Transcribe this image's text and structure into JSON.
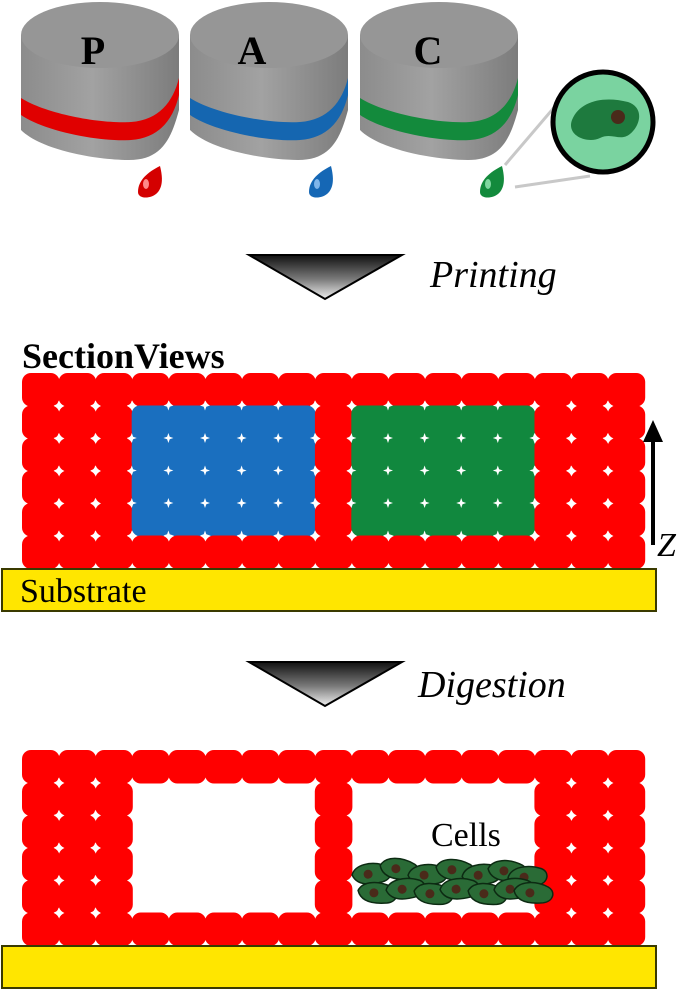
{
  "nozzles": [
    {
      "letter": "P",
      "color": "#e00000"
    },
    {
      "letter": "A",
      "color": "#1566b0"
    },
    {
      "letter": "C",
      "color": "#138a3c"
    }
  ],
  "steps": {
    "printing": "Printing",
    "digestion": "Digestion"
  },
  "section": {
    "title": "SectionViews",
    "substrate": "Substrate",
    "z_axis": "Z",
    "cells": "Cells"
  },
  "colors": {
    "sacrificial": "#ff0000",
    "alginate": "#1a6fbf",
    "cell_bioink": "#11883e",
    "substrate": "#ffe600",
    "cell_body": "#2a6b36",
    "nucleus": "#4a2a1a"
  }
}
